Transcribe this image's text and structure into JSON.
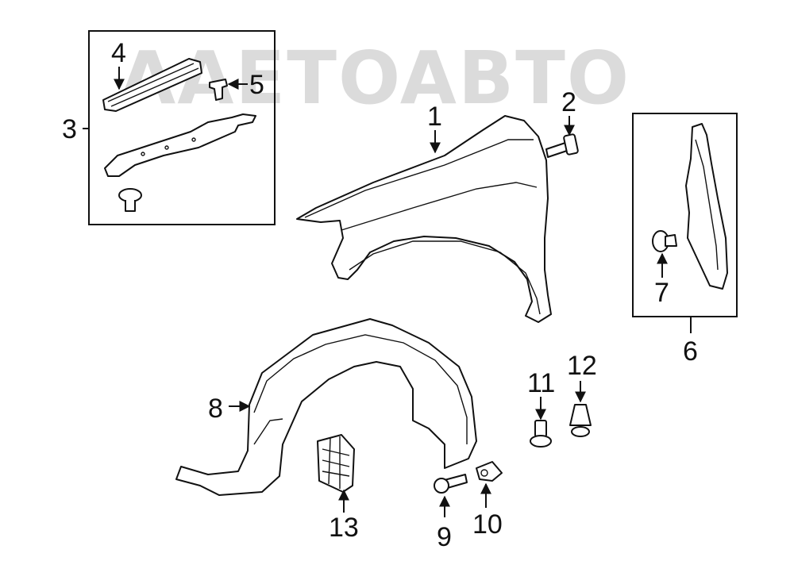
{
  "watermark": {
    "text": "AAETOABTO"
  },
  "callouts": {
    "c1": "1",
    "c2": "2",
    "c3": "3",
    "c4": "4",
    "c5": "5",
    "c6": "6",
    "c7": "7",
    "c8": "8",
    "c9": "9",
    "c10": "10",
    "c11": "11",
    "c12": "12",
    "c13": "13"
  },
  "colors": {
    "line": "#111111",
    "watermark": "#9a9a9a",
    "background": "#ffffff"
  }
}
